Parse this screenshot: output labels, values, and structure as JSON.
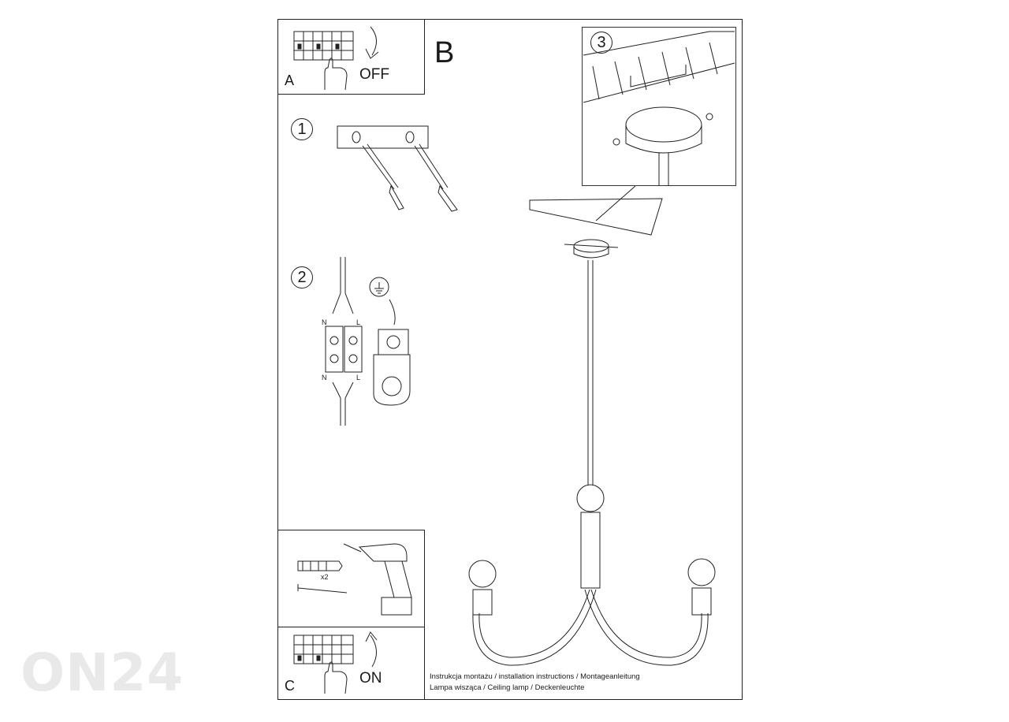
{
  "panels": {
    "a": {
      "letter": "A",
      "switch_label": "OFF"
    },
    "b": {
      "letter": "B"
    },
    "c": {
      "letter": "C",
      "switch_label": "ON"
    }
  },
  "steps": [
    "1",
    "2",
    "3"
  ],
  "wiring": {
    "neutral": "N",
    "live": "L"
  },
  "tools": {
    "quantity": "x2"
  },
  "footer": {
    "line1": "Instrukcja montażu / installation instructions / Montageanleitung",
    "line2": "Lampa wisząca / Ceiling lamp  / Deckenleuchte"
  },
  "watermark": "ON24"
}
